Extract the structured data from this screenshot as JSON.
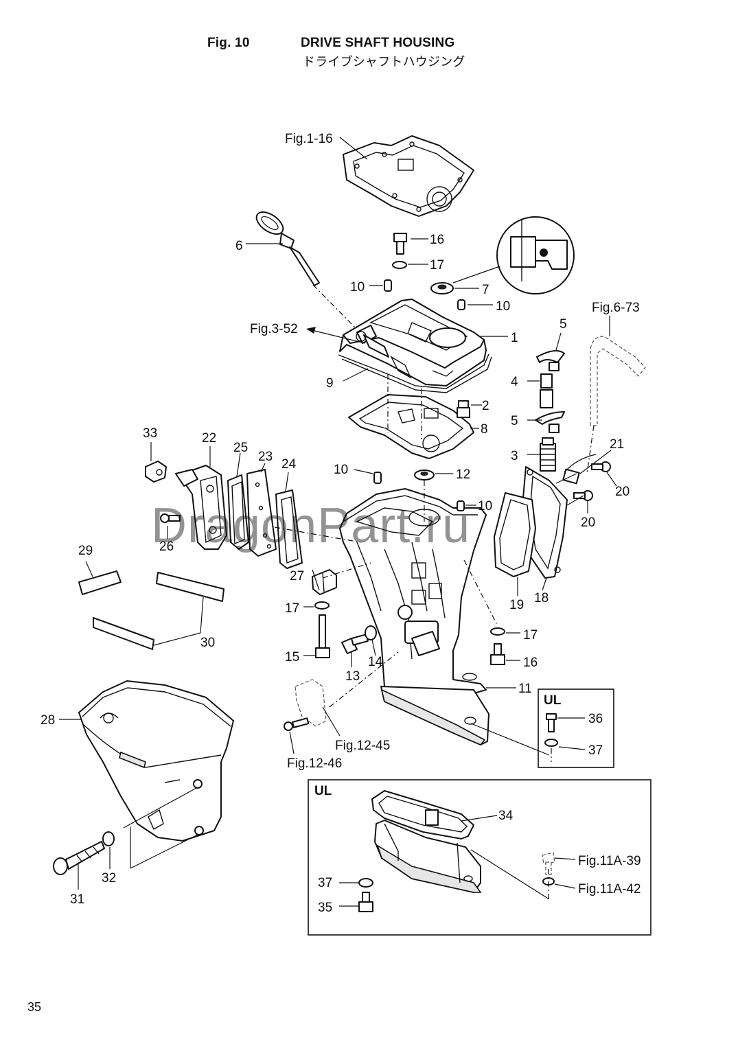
{
  "header": {
    "fig_label": "Fig. 10",
    "title_en": "DRIVE SHAFT HOUSING",
    "title_jp": "ドライブシャフトハウジング"
  },
  "watermark": "DragonPart.ru",
  "page_number": "35",
  "inset_labels": {
    "right": "UL",
    "bottom": "UL"
  },
  "callouts": {
    "c1": "1",
    "c2": "2",
    "c3": "3",
    "c4": "4",
    "c5a": "5",
    "c5b": "5",
    "c6": "6",
    "c7": "7",
    "c8": "8",
    "c9": "9",
    "c10a": "10",
    "c10b": "10",
    "c10c": "10",
    "c10d": "10",
    "c11": "11",
    "c12": "12",
    "c13": "13",
    "c14": "14",
    "c15": "15",
    "c16a": "16",
    "c16b": "16",
    "c17a": "17",
    "c17b": "17",
    "c17c": "17",
    "c18": "18",
    "c19": "19",
    "c20a": "20",
    "c20b": "20",
    "c21": "21",
    "c22": "22",
    "c23": "23",
    "c24": "24",
    "c25": "25",
    "c26": "26",
    "c27": "27",
    "c28": "28",
    "c29": "29",
    "c30": "30",
    "c31": "31",
    "c32": "32",
    "c33": "33",
    "c34": "34",
    "c35": "35",
    "c36": "36",
    "c37a": "37",
    "c37b": "37"
  },
  "references": {
    "fig_1_16": "Fig.1-16",
    "fig_3_52": "Fig.3-52",
    "fig_6_73": "Fig.6-73",
    "fig_12_45": "Fig.12-45",
    "fig_12_46": "Fig.12-46",
    "fig_11a_39": "Fig.11A-39",
    "fig_11a_42": "Fig.11A-42"
  }
}
